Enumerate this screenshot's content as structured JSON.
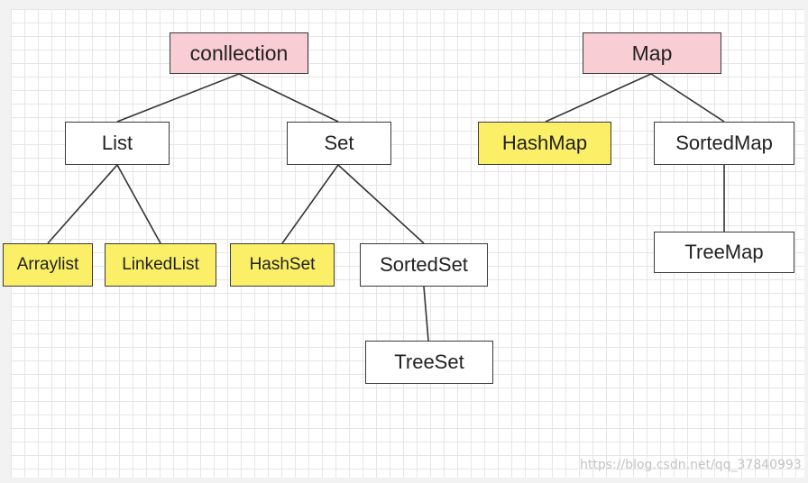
{
  "diagram": {
    "collection_tree": {
      "root": "conllection",
      "list": "List",
      "set": "Set",
      "arraylist": "Arraylist",
      "linkedlist": "LinkedList",
      "hashset": "HashSet",
      "sortedset": "SortedSet",
      "treeset": "TreeSet"
    },
    "map_tree": {
      "root": "Map",
      "hashmap": "HashMap",
      "sortedmap": "SortedMap",
      "treemap": "TreeMap"
    },
    "colors": {
      "root_fill": "#f8cdd3",
      "highlight_fill": "#fbef67",
      "plain_fill": "#ffffff",
      "grid_line": "#e6e6e6"
    }
  },
  "watermark": "https://blog.csdn.net/qq_37840993"
}
